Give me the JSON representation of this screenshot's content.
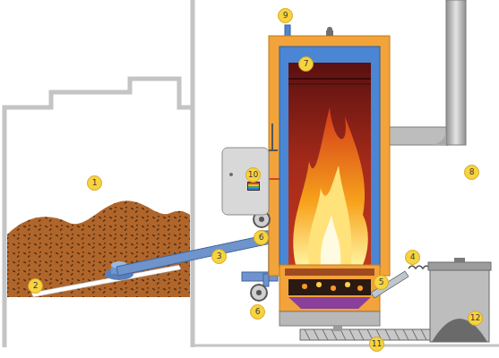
{
  "diagram": {
    "labels": [
      "1",
      "2",
      "3",
      "4",
      "5",
      "6",
      "6",
      "7",
      "8",
      "9",
      "10",
      "11",
      "12"
    ]
  }
}
